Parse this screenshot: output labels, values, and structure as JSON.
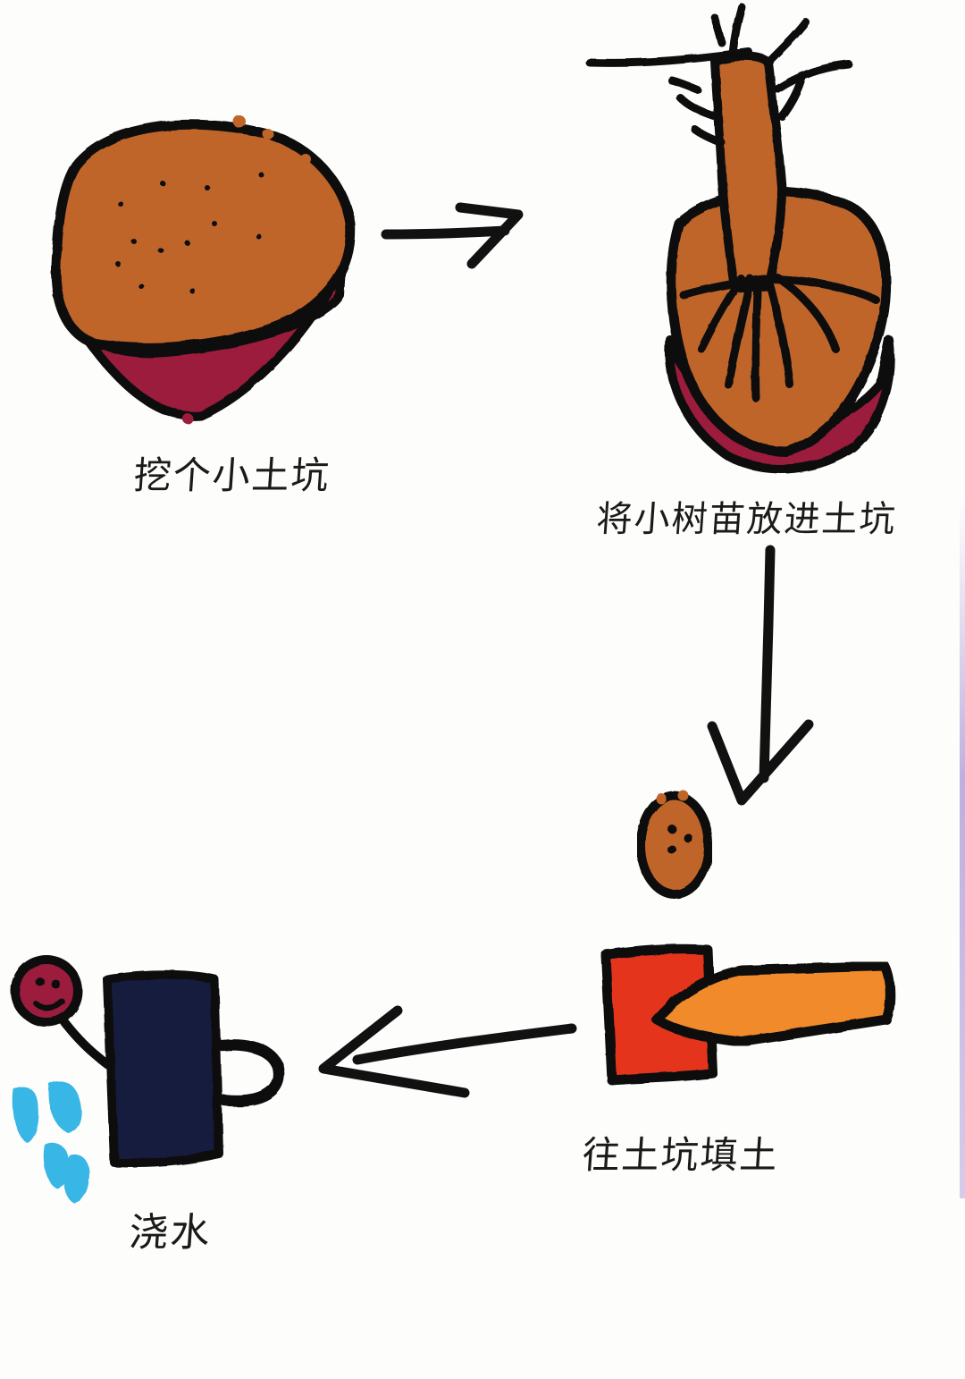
{
  "steps": [
    {
      "label": "挖个小土坑"
    },
    {
      "label": "将小树苗放进土坑"
    },
    {
      "label": "往土坑填土"
    },
    {
      "label": "浇水"
    }
  ],
  "colors": {
    "soil": "#c0652a",
    "soil_dark": "#8b3a1a",
    "pit": "#9b1a3c",
    "bucket_red": "#e4341f",
    "shovel_handle": "#f08a2c",
    "watering_can": "#141a3e",
    "water": "#39b6e6",
    "outline": "#111111"
  }
}
